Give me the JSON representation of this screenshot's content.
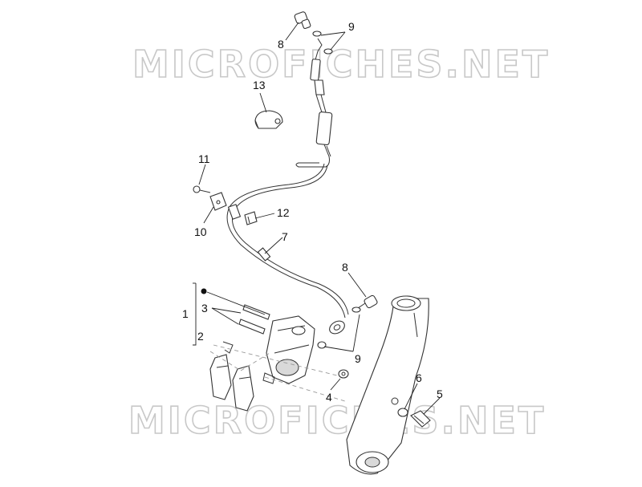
{
  "watermark": "MICROFICHES.NET",
  "callouts": {
    "c8_top": "8",
    "c9_top": "9",
    "c13": "13",
    "c11": "11",
    "c10": "10",
    "c12": "12",
    "c7": "7",
    "c8_mid": "8",
    "c1": "1",
    "c3": "3",
    "c2": "2",
    "c9_mid": "9",
    "c4": "4",
    "c6": "6",
    "c5": "5"
  }
}
